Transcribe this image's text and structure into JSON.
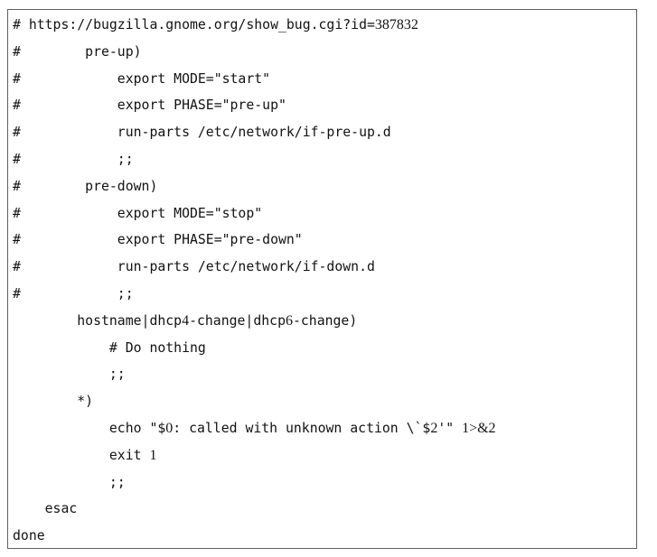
{
  "colors": {
    "background": "#ffffff",
    "border": "#5f5f5f",
    "text": "#121212"
  },
  "code": {
    "language": "shell-script",
    "lines": [
      {
        "segments": [
          {
            "t": "# https://bugzilla.gnome.org/show_bug.cgi?id=",
            "f": "mono"
          },
          {
            "t": "387832",
            "f": "serif"
          }
        ]
      },
      {
        "segments": [
          {
            "t": "#        pre-up)",
            "f": "mono"
          }
        ]
      },
      {
        "segments": [
          {
            "t": "#            export MODE=\"start\"",
            "f": "mono"
          }
        ]
      },
      {
        "segments": [
          {
            "t": "#            export PHASE=\"pre-up\"",
            "f": "mono"
          }
        ]
      },
      {
        "segments": [
          {
            "t": "#            run-parts /etc/network/if-pre-up.d",
            "f": "mono"
          }
        ]
      },
      {
        "segments": [
          {
            "t": "#            ;;",
            "f": "mono"
          }
        ]
      },
      {
        "segments": [
          {
            "t": "#        pre-down)",
            "f": "mono"
          }
        ]
      },
      {
        "segments": [
          {
            "t": "#            export MODE=\"stop\"",
            "f": "mono"
          }
        ]
      },
      {
        "segments": [
          {
            "t": "#            export PHASE=\"pre-down\"",
            "f": "mono"
          }
        ]
      },
      {
        "segments": [
          {
            "t": "#            run-parts /etc/network/if-down.d",
            "f": "mono"
          }
        ]
      },
      {
        "segments": [
          {
            "t": "#            ;;",
            "f": "mono"
          }
        ]
      },
      {
        "segments": [
          {
            "t": "        hostname|dhcp",
            "f": "mono"
          },
          {
            "t": "4",
            "f": "serif"
          },
          {
            "t": "-change|dhcp",
            "f": "mono"
          },
          {
            "t": "6",
            "f": "serif"
          },
          {
            "t": "-change)",
            "f": "mono"
          }
        ]
      },
      {
        "segments": [
          {
            "t": "            # Do nothing",
            "f": "mono"
          }
        ]
      },
      {
        "segments": [
          {
            "t": "            ;;",
            "f": "mono"
          }
        ]
      },
      {
        "segments": [
          {
            "t": "        *)",
            "f": "mono"
          }
        ]
      },
      {
        "segments": [
          {
            "t": "            echo \"$",
            "f": "mono"
          },
          {
            "t": "0",
            "f": "serif"
          },
          {
            "t": ": called with unknown action \\`$",
            "f": "mono"
          },
          {
            "t": "2",
            "f": "serif"
          },
          {
            "t": "'\" ",
            "f": "mono"
          },
          {
            "t": "1>&2",
            "f": "serif"
          }
        ]
      },
      {
        "segments": [
          {
            "t": "            exit ",
            "f": "mono"
          },
          {
            "t": "1",
            "f": "serif"
          }
        ]
      },
      {
        "segments": [
          {
            "t": "            ;;",
            "f": "mono"
          }
        ]
      },
      {
        "segments": [
          {
            "t": "    esac",
            "f": "mono"
          }
        ]
      },
      {
        "segments": [
          {
            "t": "done",
            "f": "mono"
          }
        ]
      }
    ]
  }
}
